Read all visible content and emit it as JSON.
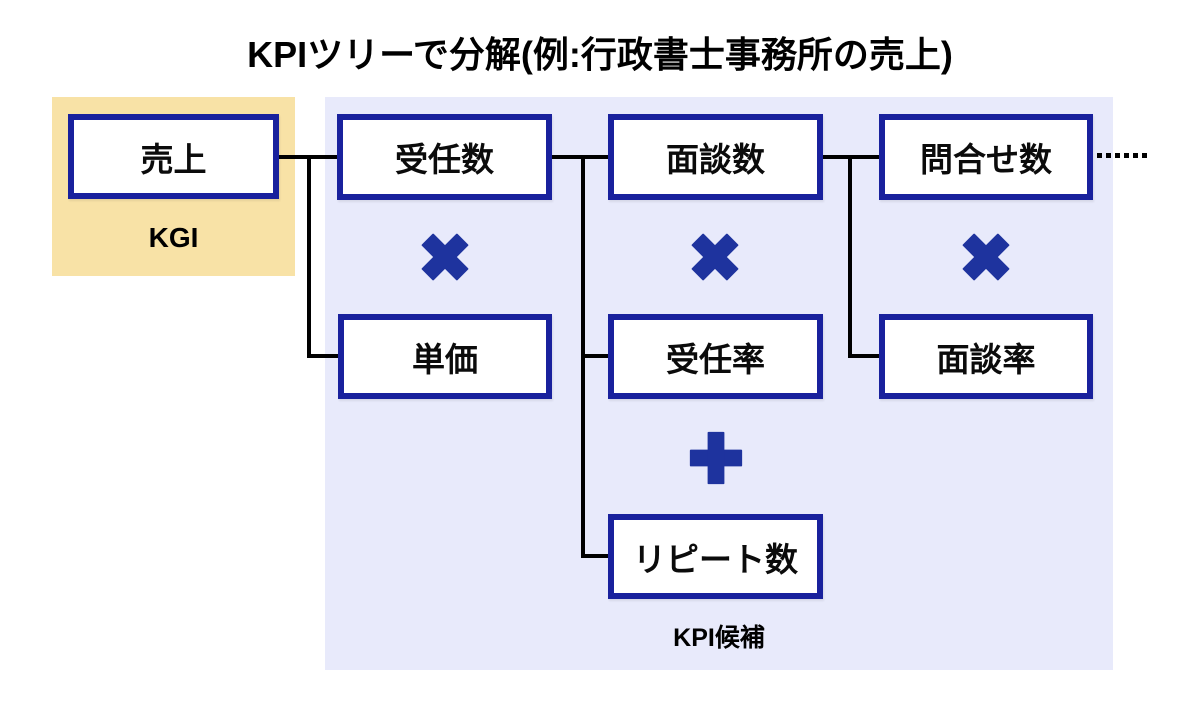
{
  "title": "KPIツリーで分解(例:行政書士事務所の売上)",
  "kgi": {
    "panel_label": "KGI"
  },
  "kpi": {
    "panel_label": "KPI候補"
  },
  "nodes": {
    "uriage": "売上",
    "juninsu": "受任数",
    "tanka": "単価",
    "mendansu": "面談数",
    "juninritsu": "受任率",
    "toiawasesu": "問合せ数",
    "mendanritsu": "面談率",
    "repeatsu": "リピート数"
  },
  "operators": {
    "multiply": "×",
    "plus": "+"
  },
  "colors": {
    "kgi_panel_bg": "#F8E2A6",
    "kpi_panel_bg": "#E8EAFB",
    "node_border": "#19219D",
    "operator_blue": "#1E339E",
    "connector": "#000000"
  }
}
